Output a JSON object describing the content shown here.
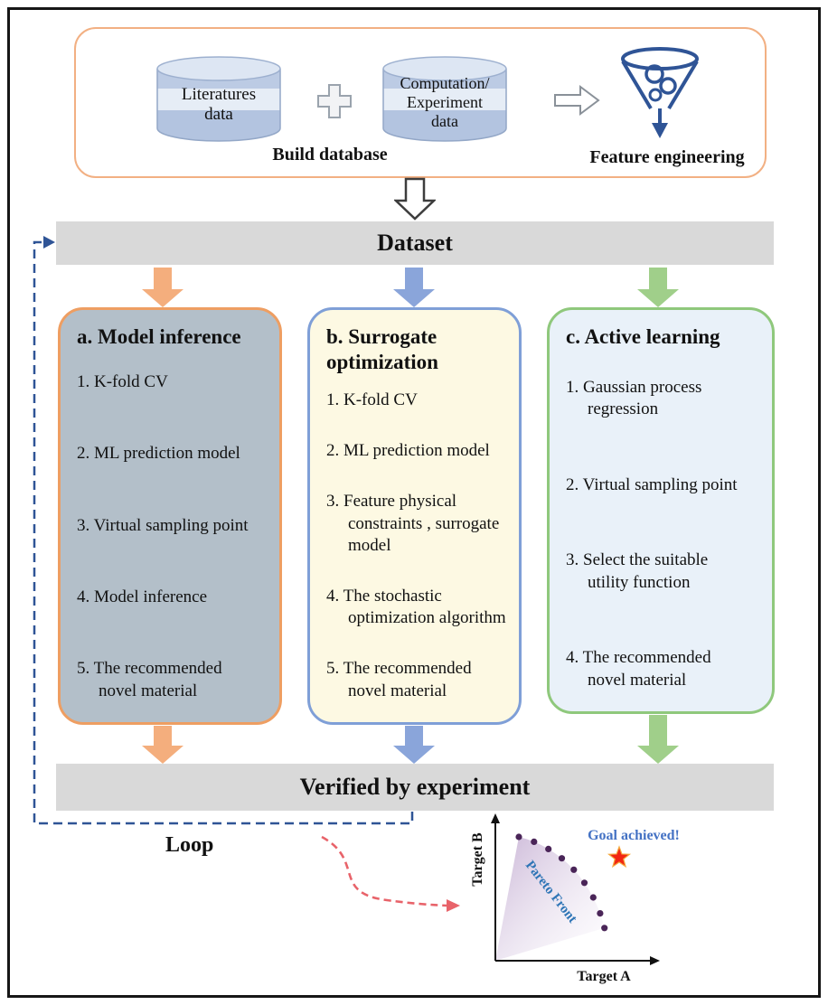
{
  "colors": {
    "orange_accent": "#ee9e62",
    "orange_arrow": "#f4ae7d",
    "blue_accent": "#7f9fd7",
    "blue_arrow": "#8aa5da",
    "green_accent": "#8fc87c",
    "green_arrow": "#a0cf8a",
    "gray_bar": "#d9d9d9",
    "loop_blue": "#2f5496",
    "pointer_red": "#e8636a",
    "funnel_blue": "#2f5496",
    "pareto_dot": "#4a2558",
    "pareto_text_blue": "#2e75b6",
    "goal_text_blue": "#4472c4"
  },
  "icons": {
    "database_icon": "cylinder",
    "plus_icon": "+",
    "arrow_right_icon": "⇨",
    "funnel_icon": "funnel-with-swirl",
    "down_arrow_icon": "⇩",
    "star_icon": "★"
  },
  "pipeline": {
    "db1_label": "Literatures\ndata",
    "db2_label": "Computation/\nExperiment\ndata",
    "build_database_label": "Build database",
    "feature_engineering_label": "Feature engineering"
  },
  "dataset_bar": {
    "label": "Dataset"
  },
  "columns": [
    {
      "title": "a. Model inference",
      "items": [
        "1. K-fold CV",
        "2. ML prediction model",
        "3. Virtual sampling point",
        "4. Model inference",
        "5. The recommended\nnovel material"
      ]
    },
    {
      "title": "b. Surrogate\noptimization",
      "items": [
        "1. K-fold CV",
        "2. ML prediction model",
        "3. Feature physical\nconstraints , surrogate\nmodel",
        "4. The stochastic\noptimization algorithm",
        "5. The recommended\nnovel material"
      ]
    },
    {
      "title": "c. Active learning",
      "items": [
        "1. Gaussian process\nregression",
        "2. Virtual sampling point",
        "3. Select the suitable\nutility function",
        "4. The recommended\nnovel material"
      ]
    }
  ],
  "verified_bar": {
    "label": "Verified by experiment"
  },
  "loop": {
    "label": "Loop"
  },
  "chart": {
    "type": "scatter",
    "xlabel": "Target A",
    "ylabel": "Target B",
    "pareto_label": "Pareto Front",
    "goal_label": "Goal achieved!",
    "pareto_points_relative": [
      [
        0.15,
        0.97
      ],
      [
        0.25,
        0.93
      ],
      [
        0.34,
        0.87
      ],
      [
        0.43,
        0.8
      ],
      [
        0.51,
        0.71
      ],
      [
        0.58,
        0.61
      ],
      [
        0.64,
        0.5
      ],
      [
        0.68,
        0.37
      ],
      [
        0.71,
        0.26
      ]
    ],
    "goal_point_relative": [
      0.8,
      0.8
    ]
  }
}
